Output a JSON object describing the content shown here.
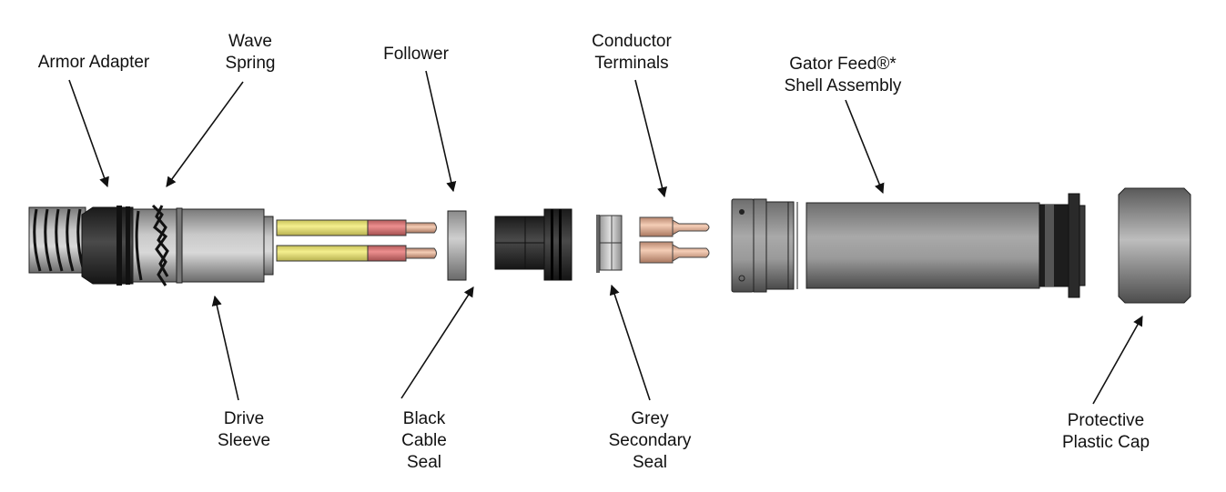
{
  "diagram": {
    "type": "exploded-assembly",
    "background": "#ffffff",
    "labels": {
      "armor_adapter": [
        "Armor Adapter"
      ],
      "wave_spring": [
        "Wave",
        "Spring"
      ],
      "follower": [
        "Follower"
      ],
      "conductor_terminals": [
        "Conductor",
        "Terminals"
      ],
      "shell_assembly": [
        "Gator Feed®*",
        "Shell Assembly"
      ],
      "drive_sleeve": [
        "Drive",
        "Sleeve"
      ],
      "black_cable_seal": [
        "Black",
        "Cable",
        "Seal"
      ],
      "grey_secondary_seal": [
        "Grey",
        "Secondary",
        "Seal"
      ],
      "protective_cap": [
        "Protective",
        "Plastic Cap"
      ]
    },
    "components": [
      {
        "id": "armored-cable",
        "name": "Armored Cable"
      },
      {
        "id": "armor-adapter",
        "name": "Armor Adapter"
      },
      {
        "id": "wave-spring",
        "name": "Wave Spring"
      },
      {
        "id": "drive-sleeve",
        "name": "Drive Sleeve"
      },
      {
        "id": "conductors",
        "name": "Conductors",
        "count": 2
      },
      {
        "id": "follower",
        "name": "Follower"
      },
      {
        "id": "black-cable-seal",
        "name": "Black Cable Seal"
      },
      {
        "id": "grey-secondary-seal",
        "name": "Grey Secondary Seal"
      },
      {
        "id": "conductor-terminals",
        "name": "Conductor Terminals",
        "count": 2
      },
      {
        "id": "shell-assembly",
        "name": "Gator Feed®* Shell Assembly"
      },
      {
        "id": "protective-cap",
        "name": "Protective Plastic Cap"
      }
    ],
    "colors": {
      "text": "#111111",
      "arrow": "#111111",
      "conductor_insulation": "#eae57c",
      "conductor_band": "#d9797a",
      "terminal_copper": "#e7b49b",
      "dark_part": "#2a2a2a",
      "grey_part": "#8d8d8d",
      "light_grey_part": "#c8c8c8"
    }
  }
}
